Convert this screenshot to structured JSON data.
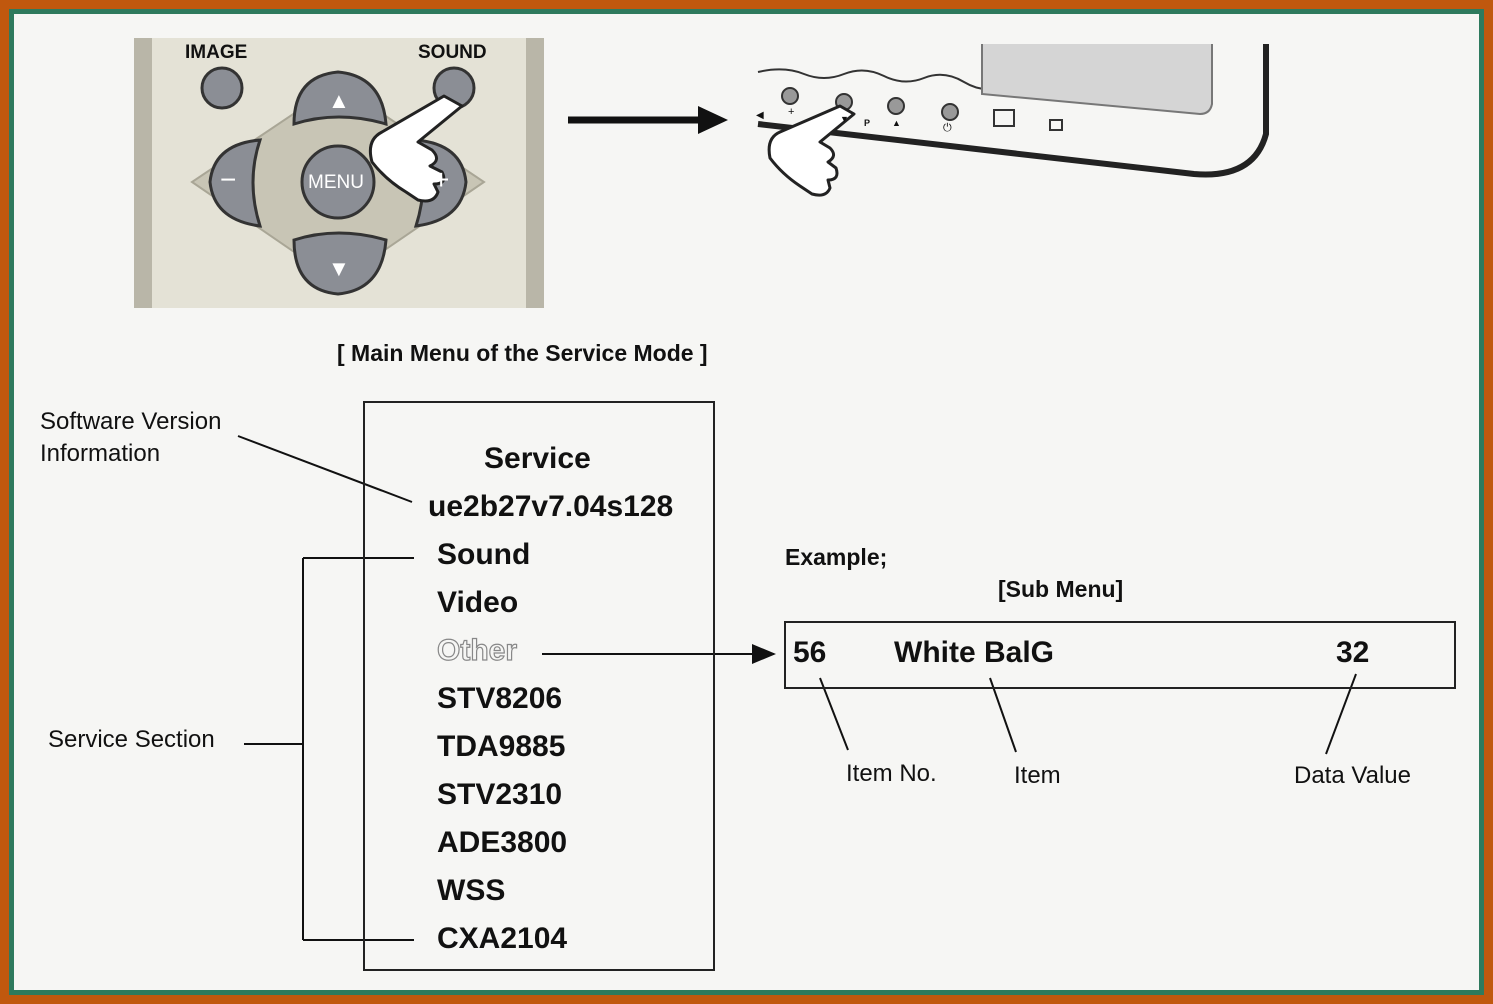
{
  "colors": {
    "outer_border": "#c0580e",
    "inner_border": "#2e7a5d",
    "background": "#f6f6f4",
    "remote_body": "#d8d5c6",
    "button_fill": "#8b8e95"
  },
  "remote": {
    "image_label": "IMAGE",
    "sound_label": "SOUND",
    "menu_label": "MENU",
    "up_symbol": "▲",
    "down_symbol": "▼",
    "minus_symbol": "−",
    "plus_symbol": "+"
  },
  "tv_panel": {
    "labels": [
      "◀",
      "+",
      "▼",
      "P",
      "▲",
      "⏻",
      "☐",
      "▫"
    ]
  },
  "main_menu": {
    "caption": "[ Main Menu of the Service Mode ]",
    "title": "Service",
    "version": "ue2b27v7.04s128",
    "items": [
      "Sound",
      "Video",
      "Other",
      "STV8206",
      "TDA9885",
      "STV2310",
      "ADE3800",
      "WSS",
      "CXA2104"
    ]
  },
  "callouts": {
    "software_version_line1": "Software Version",
    "software_version_line2": "Information",
    "service_section": "Service Section"
  },
  "example": {
    "label": "Example;",
    "sub_menu_caption": "[Sub Menu]",
    "item_no": "56",
    "item": "White BalG",
    "data_value": "32",
    "item_no_label": "Item No.",
    "item_label": "Item",
    "data_value_label": "Data Value"
  }
}
